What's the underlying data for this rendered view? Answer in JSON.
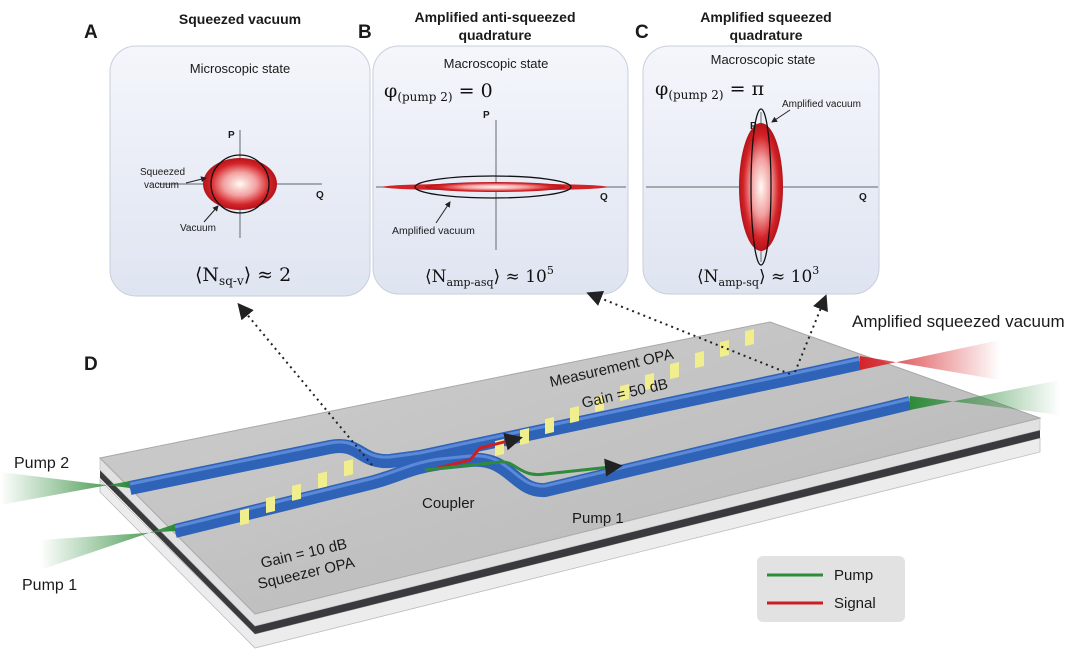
{
  "panels": {
    "a": {
      "letter": "A",
      "title": "Squeezed vacuum",
      "subtitle": "Microscopic state",
      "axis_p": "P",
      "axis_q": "Q",
      "note_squeezed_1": "Squeezed",
      "note_squeezed_2": "vacuum",
      "note_vacuum": "Vacuum",
      "formula_main": "⟨N",
      "formula_sub": "sq-v",
      "formula_tail": "⟩ ≈ 2"
    },
    "b": {
      "letter": "B",
      "title_1": "Amplified anti-squeezed",
      "title_2": "quadrature",
      "subtitle": "Macroscopic state",
      "phase_main": "φ",
      "phase_sub": "(pump 2)",
      "phase_tail": " = 0",
      "axis_p": "P",
      "axis_q": "Q",
      "note": "Amplified vacuum",
      "formula_main": "⟨N",
      "formula_sub": "amp-asq",
      "formula_tail": "⟩ ≈ 10",
      "formula_exp": "5"
    },
    "c": {
      "letter": "C",
      "title_1": "Amplified  squeezed",
      "title_2": "quadrature",
      "subtitle": "Macroscopic state",
      "phase_main": "φ",
      "phase_sub": "(pump 2)",
      "phase_tail": " = π",
      "axis_p": "P",
      "axis_q": "Q",
      "note": "Amplified vacuum",
      "formula_main": "⟨N",
      "formula_sub": "amp-sq",
      "formula_tail": "⟩ ≈ 10",
      "formula_exp": "3"
    }
  },
  "chip": {
    "letter": "D",
    "output": "Amplified squeezed vacuum",
    "measurement_1": "Measurement OPA",
    "measurement_2": "Gain = 50 dB",
    "pump2": "Pump 2",
    "pump1_in": "Pump 1",
    "squeezer_1": "Gain = 10 dB",
    "squeezer_2": "Squeezer OPA",
    "coupler": "Coupler",
    "pump1_label": "Pump 1"
  },
  "legend": {
    "pump": "Pump",
    "signal": "Signal"
  },
  "colors": {
    "pump": "#2e8b3a",
    "signal": "#cc1f24",
    "waveguide": "#2f63b8",
    "stripe": "#f1ee8e"
  }
}
